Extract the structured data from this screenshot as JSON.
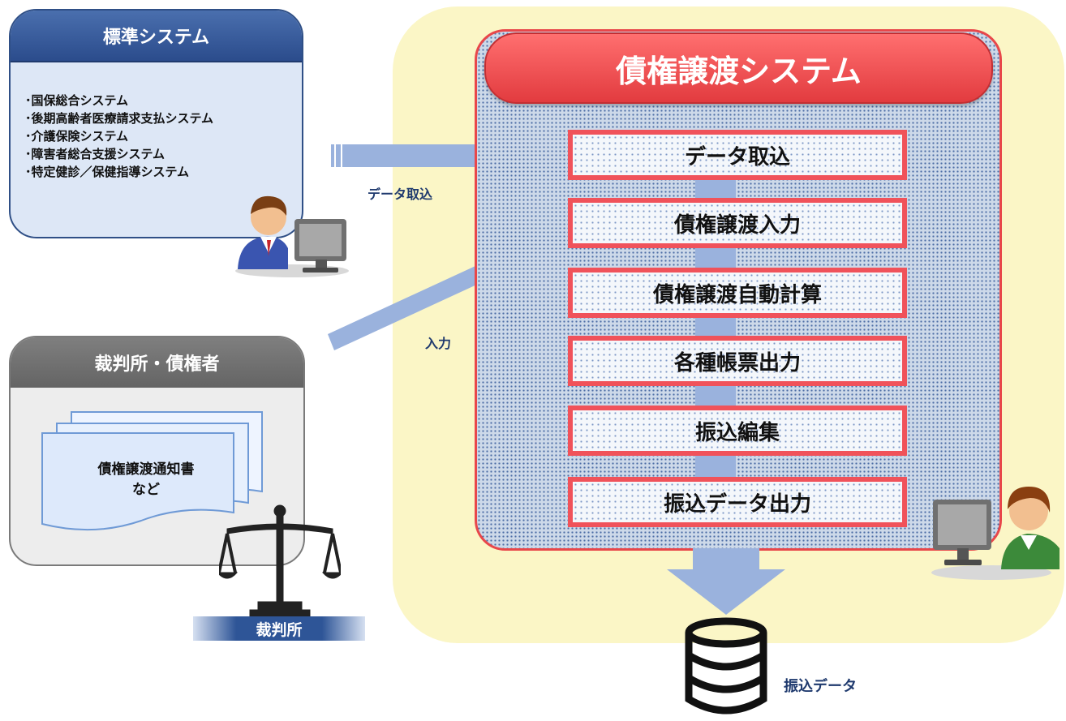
{
  "standard_system": {
    "title": "標準システム",
    "items": [
      "･国保総合システム",
      "･後期高齢者医療請求支払システム",
      "･介護保険システム",
      "･障害者総合支援システム",
      "･特定健診／保健指導システム"
    ]
  },
  "court_creditor": {
    "title": "裁判所・債権者",
    "document_line1": "債権譲渡通知書",
    "document_line2": "など",
    "badge": "裁判所"
  },
  "main_system": {
    "title": "債権譲渡システム",
    "steps": [
      "データ取込",
      "債権譲渡入力",
      "債権譲渡自動計算",
      "各種帳票出力",
      "振込編集",
      "振込データ出力"
    ]
  },
  "arrows": {
    "import_label": "データ取込",
    "input_label": "入力"
  },
  "output": {
    "label": "振込データ"
  },
  "colors": {
    "accent_red": "#e8474a",
    "navy": "#2b4c8c",
    "yellow_zone": "#fbf6c6",
    "arrow_blue": "#9ab2dd"
  }
}
